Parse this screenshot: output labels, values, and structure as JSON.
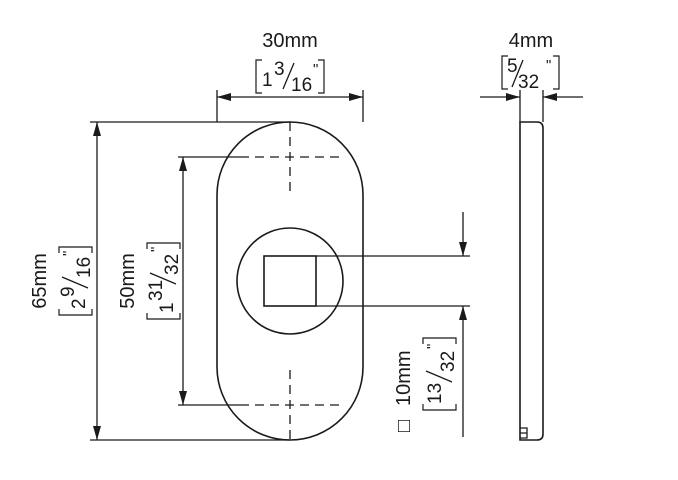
{
  "width_dim": {
    "metric": "30mm",
    "whole": "1",
    "num": "3",
    "den": "16",
    "unit": "\""
  },
  "thickness_dim": {
    "metric": "4mm",
    "num": "5",
    "den": "32",
    "unit": "\""
  },
  "height_dim": {
    "metric": "65mm",
    "whole": "2",
    "num": "9",
    "den": "16",
    "unit": "\""
  },
  "hole_spacing_dim": {
    "metric": "50mm",
    "whole": "1",
    "num": "31",
    "den": "32",
    "unit": "\""
  },
  "square_dim": {
    "symbol": "□",
    "metric": "10mm",
    "num": "13",
    "den": "32",
    "unit": "\""
  }
}
